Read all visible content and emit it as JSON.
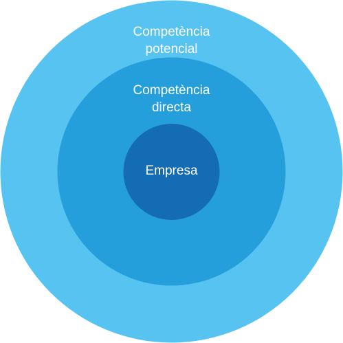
{
  "diagram": {
    "rings": [
      {
        "name": "outer",
        "lines": [
          "Competència",
          "potencial"
        ],
        "color": "#57c3f0"
      },
      {
        "name": "middle",
        "lines": [
          "Competència",
          "directa"
        ],
        "color": "#259fdc"
      },
      {
        "name": "inner",
        "lines": [
          "Empresa"
        ],
        "color": "#146cb5"
      }
    ],
    "text_color": "#ffffff"
  }
}
